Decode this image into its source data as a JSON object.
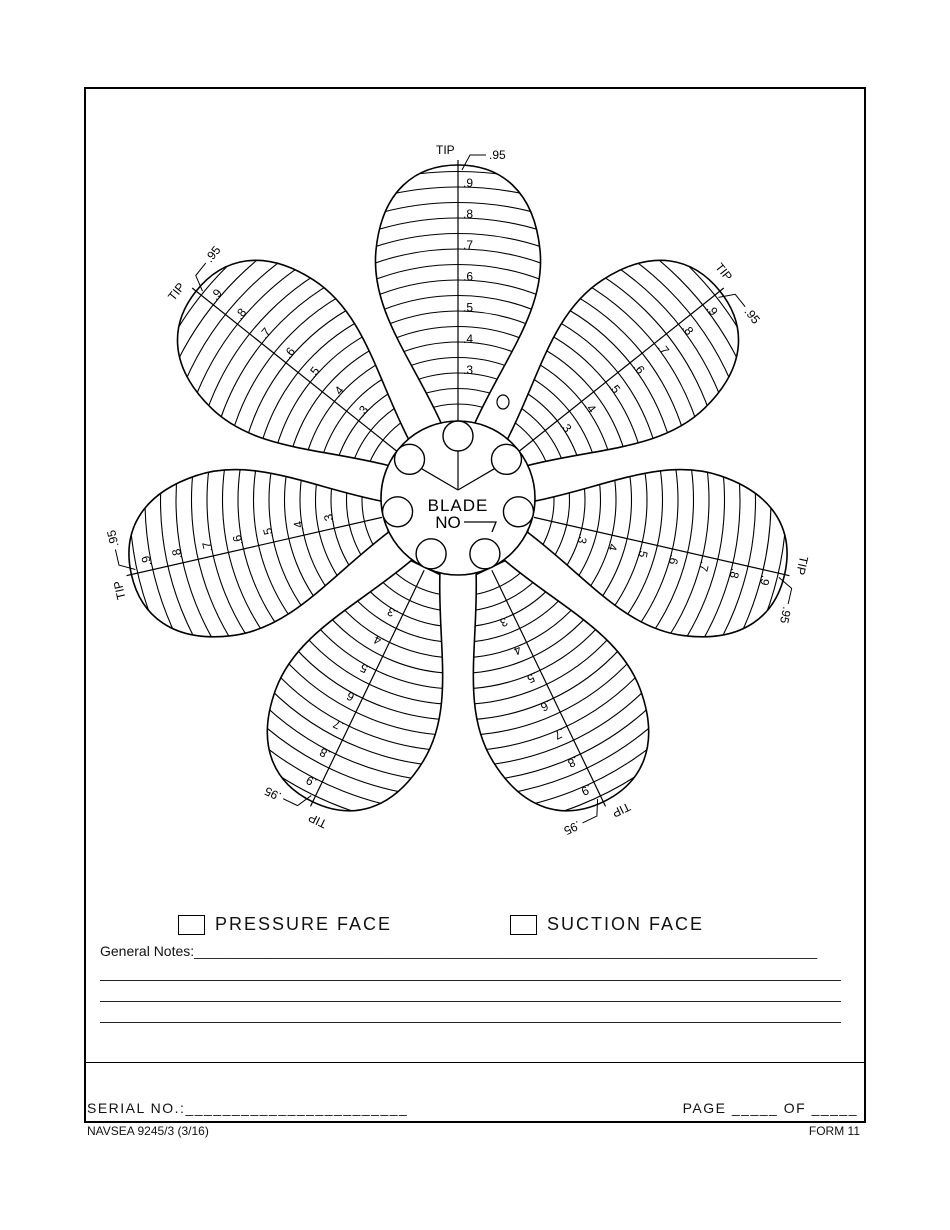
{
  "diagram": {
    "hub_label_line1": "BLADE",
    "hub_label_line2": "NO",
    "tip_label": "TIP",
    "tip_radius_label": ".95",
    "radius_labels": [
      ".3",
      ".4",
      ".5",
      ".6",
      ".7",
      ".8",
      ".9"
    ],
    "blade_count": 7
  },
  "faces": {
    "pressure_label": "PRESSURE FACE",
    "suction_label": "SUCTION FACE"
  },
  "notes": {
    "label": "General Notes:",
    "blank": "________________________________________________________________________________"
  },
  "footer": {
    "serial_label": "SERIAL NO.:",
    "serial_blank": "________________________",
    "page_label": "PAGE",
    "page_blank": "_____",
    "of_label": "OF",
    "of_blank": "_____",
    "form_id": "NAVSEA 9245/3 (3/16)",
    "form_number": "FORM 11"
  }
}
